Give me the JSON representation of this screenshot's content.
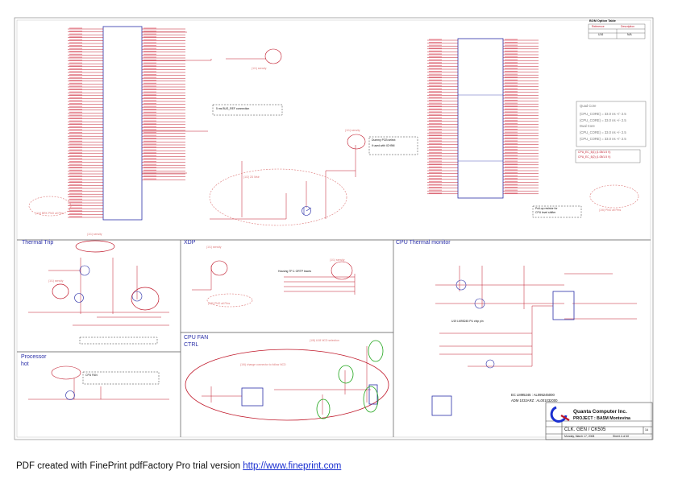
{
  "sections": {
    "thermal_trip": "Thermal Trip",
    "xdp": "XDP",
    "cpu_thermal_monitor": "CPU Thermal monitor",
    "cpu_fan": "CPU FAN",
    "ctrl": "CTRL",
    "processor_hot": "Processor",
    "processor_hot_2": "hot"
  },
  "option_table": {
    "title": "BOM Option Table",
    "col1": "Reference",
    "col2": "Description",
    "row1": "U16",
    "row2": "N/A"
  },
  "title_block": {
    "company": "Quanta Computer Inc.",
    "project": "PROJECT : BA5M Montevina",
    "doc": "CLK. GEN / CK505",
    "rev": "1A",
    "date": "Monday, March 17, 2008",
    "sheet": "Sheet 4 of 40"
  },
  "annotations": {
    "rc_mstr": "(1/2) 2D Mstr",
    "rc_ctrl": "(1/6) change connector to follow NCD",
    "rc_ctrl_2": "(1/8) U18 NCD selection",
    "cpu_fan_1": "CPU FAN",
    "remarks_1": "CPU_EC_5(1)   (1.05/1.5 V)",
    "remarks_2": "CPU_EC_5(2)   (1.05/1.5 V)",
    "bus_note_1": "5 ms BUS_REF connection",
    "option_dim": "Dummy PCB select",
    "ec_note": "EC LM95245 : AL095245000",
    "ec_note_2": "ADM 1032ARZ : AL001032000",
    "fs_title": "Quad Core",
    "fs_1": "(CPU_CORE) = 33.0 ns +/- 2.5",
    "fs_2": "(CPU_CORE) = 33.0 ns +/- 2.5",
    "fs_title_2": "Dual Core",
    "fs_3": "(CPU_CORE) = 33.0 ns +/- 2.5",
    "fs_4": "(CPU_CORE) = 33.0 ns +/- 2.5",
    "pulldown_note": "Pull-up resistor for",
    "pulldown_note_2": "CPU level shifter",
    "pulldown_note_3": "if used with ICH9M",
    "lm_note": "U19 LM95245 PU chip pin",
    "xdp_note": "Housing TP-1 ORTP traces",
    "rc_1": "(1/1) sensity",
    "rc_2": "(1/1) sensity",
    "rc_3": "(1/1) sensity",
    "rc_4": "(1/1) sensity",
    "rc_5": "(1/1) sensity",
    "rc_6": "(1/1) sensity",
    "rc_7": "(1/4) BRK PNO all Pins",
    "rc_8": "(1/6) PNO all Pins",
    "rc_9": "(1/8) PNO all Pins"
  },
  "footer": {
    "prefix": "PDF created with FinePrint pdfFactory Pro trial version ",
    "link": "http://www.fineprint.com"
  },
  "colors": {
    "schematic_red": "#c0182a",
    "wire_blue": "#2a2fa8",
    "highlight_green": "#1fa51a",
    "ink": "#111111",
    "link": "#1a2fd0"
  }
}
